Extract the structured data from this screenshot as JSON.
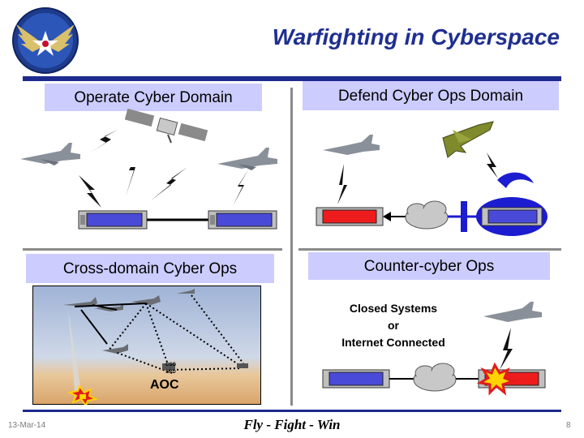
{
  "slide": {
    "title": "Warfighting in Cyberspace",
    "footer_date": "13-Mar-14",
    "footer_slogan": "Fly  -  Fight  -  Win",
    "page_number": "8"
  },
  "quadrants": {
    "top_left": {
      "label": "Operate Cyber Domain"
    },
    "top_right": {
      "label": "Defend Cyber Ops Domain"
    },
    "bottom_left": {
      "label": "Cross-domain Cyber Ops",
      "aoc_label": "AOC",
      "small_labels": [
        "CSG",
        "SRD"
      ]
    },
    "bottom_right": {
      "label": "Counter-cyber Ops",
      "text_lines": [
        "Closed Systems",
        "or",
        "Internet Connected"
      ]
    }
  },
  "colors": {
    "title": "#1f2f8f",
    "rule": "#1d2b8e",
    "label_bg": "#ccccff",
    "server_blue": "#4a4ad8",
    "server_red": "#ee1c1c"
  },
  "icons": [
    "air-force-logo-icon",
    "satellite-icon",
    "fighter-jet-icon",
    "server-rack-icon",
    "cloud-icon",
    "lightning-icon",
    "explosion-icon",
    "firewall-icon",
    "shield-icon",
    "bomber-icon"
  ]
}
